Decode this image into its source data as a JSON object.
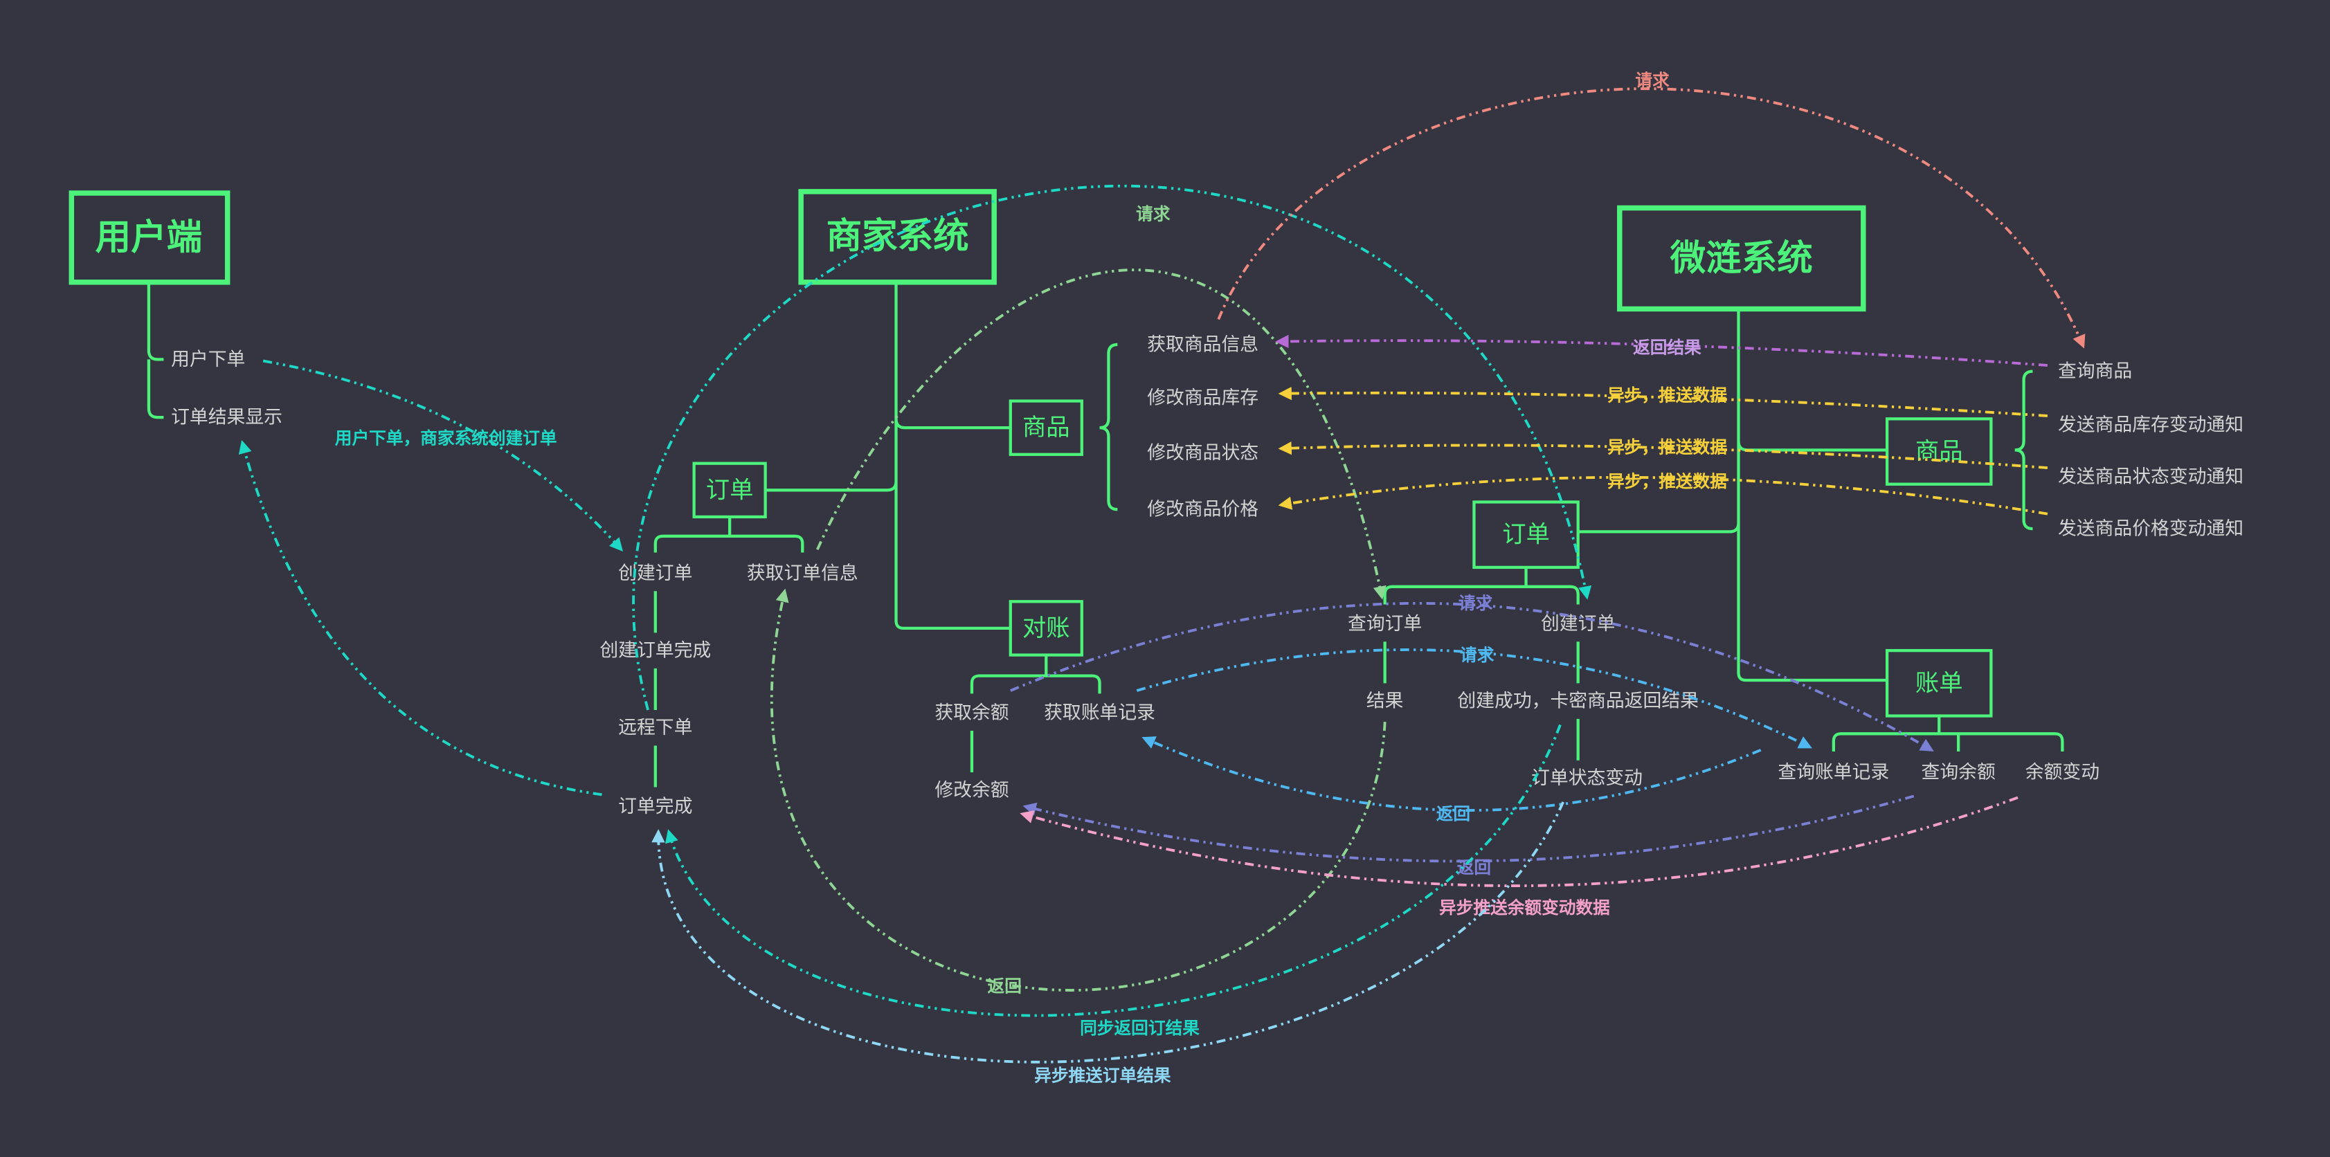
{
  "colors": {
    "background": "#343541",
    "node": "#4cf27a",
    "text": "#d4d4d4",
    "cyan": "#1ed9c6",
    "light_green": "#8fd694",
    "salmon": "#f08a80",
    "purple": "#b86bd6",
    "yellow": "#f5d03b",
    "violet": "#7b80d4",
    "blue": "#4fb8f0",
    "pink": "#f5a0c8",
    "light_blue": "#8fd8f5"
  },
  "user": {
    "title": "用户端",
    "items": [
      "用户下单",
      "订单结果显示"
    ]
  },
  "merchant": {
    "title": "商家系统",
    "goods": {
      "label": "商品",
      "items": [
        "获取商品信息",
        "修改商品库存",
        "修改商品状态",
        "修改商品价格"
      ]
    },
    "order": {
      "label": "订单",
      "items": [
        "创建订单",
        "获取订单信息"
      ],
      "chain": [
        "创建订单完成",
        "远程下单",
        "订单完成"
      ]
    },
    "recon": {
      "label": "对账",
      "items": [
        "获取余额",
        "获取账单记录"
      ],
      "sub": "修改余额"
    }
  },
  "weilian": {
    "title": "微涟系统",
    "goods": {
      "label": "商品",
      "items": [
        "查询商品",
        "发送商品库存变动通知",
        "发送商品状态变动通知",
        "发送商品价格变动通知"
      ]
    },
    "order": {
      "label": "订单",
      "items": [
        "查询订单",
        "创建订单"
      ],
      "result": "结果",
      "create_result": "创建成功，卡密商品返回结果",
      "status_change": "订单状态变动"
    },
    "bill": {
      "label": "账单",
      "items": [
        "查询账单记录",
        "查询余额",
        "余额变动"
      ]
    }
  },
  "edges": {
    "user_create": "用户下单，商家系统创建订单",
    "req_order": "请求",
    "ret_order": "返回",
    "req_goods": "请求",
    "ret_goods": "返回结果",
    "async1": "异步，推送数据",
    "async2": "异步，推送数据",
    "async3": "异步，推送数据",
    "req_balance": "请求",
    "req_bill": "请求",
    "ret_bill": "返回",
    "ret_balance": "返回",
    "push_balance": "异步推送余额变动数据",
    "sync_order": "同步返回订结果",
    "async_order": "异步推送订单结果"
  }
}
